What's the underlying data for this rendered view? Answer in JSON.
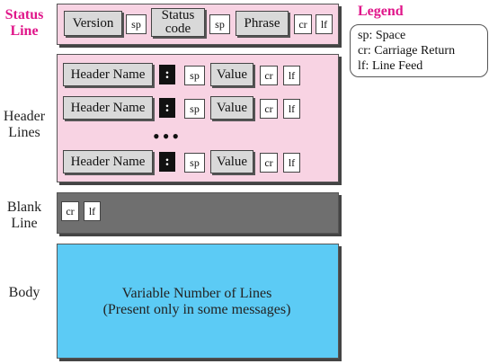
{
  "labels": {
    "status_line": [
      "Status",
      "Line"
    ],
    "header_lines": [
      "Header",
      "Lines"
    ],
    "blank_line": [
      "Blank",
      "Line"
    ],
    "body": "Body"
  },
  "status_line": {
    "version": "Version",
    "sp1": "sp",
    "status_code": [
      "Status",
      "code"
    ],
    "sp2": "sp",
    "phrase": "Phrase",
    "cr": "cr",
    "lf": "lf"
  },
  "header_row": {
    "name": "Header Name",
    "colon": ":",
    "sp": "sp",
    "value": "Value",
    "cr": "cr",
    "lf": "lf"
  },
  "ellipsis": "•••",
  "blank": {
    "cr": "cr",
    "lf": "lf"
  },
  "body_text": [
    "Variable Number of Lines",
    "(Present only in some messages)"
  ],
  "legend": {
    "title": "Legend",
    "items": [
      "sp: Space",
      "cr: Carriage Return",
      "lf: Line Feed"
    ]
  },
  "colors": {
    "pink_band": "#f8d3e3",
    "grey_band": "#6f6f6f",
    "blue_band": "#5ccbf5",
    "accent_magenta": "#e0168a"
  }
}
